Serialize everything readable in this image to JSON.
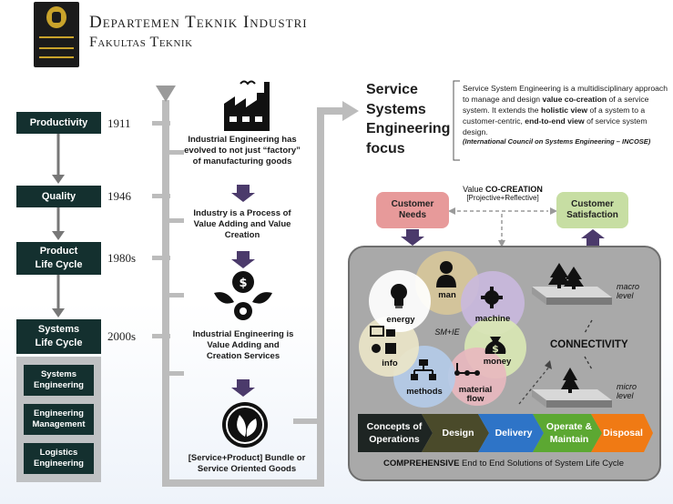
{
  "header": {
    "line1": "Departemen Teknik Industri",
    "line2": "Fakultas Teknik"
  },
  "timeline": [
    {
      "label": "Productivity",
      "year": "1911"
    },
    {
      "label": "Quality",
      "year": "1946"
    },
    {
      "label": "Product\nLife Cycle",
      "year": "1980s"
    },
    {
      "label": "Systems\nLife Cycle",
      "year": "2000s"
    }
  ],
  "sub_stages": [
    "Systems\nEngineering",
    "Engineering\nManagement",
    "Logistics\nEngineering"
  ],
  "evolution": [
    "Industrial Engineering has evolved to not just “factory” of manufacturing goods",
    "Industry is a Process of Value Adding and Value Creation",
    "Industrial Engineering is Value Adding and Creation Services",
    "[Service+Product] Bundle or Service Oriented Goods"
  ],
  "focus_title": "Service\nSystems\nEngineering\nfocus",
  "definition": {
    "p1": "Service System Engineering is a multidisciplinary approach to manage and design ",
    "b1": "value co-creation",
    "p2": " of a service system. It extends the ",
    "b2": "holistic view",
    "p3": " of a system to a customer-centric, ",
    "b3": "end-to-end view",
    "p4": " of service system design.",
    "source": "(International Council on Systems Engineering – INCOSE)"
  },
  "value_cocreation": {
    "prefix": "Value ",
    "bold": "CO-CREATION",
    "sub": "[Projective+Reflective]"
  },
  "customer_needs": "Customer\nNeeds",
  "customer_satisfaction": "Customer\nSatisfaction",
  "center_label": "SM+IE",
  "resources": [
    "energy",
    "man",
    "machine",
    "money",
    "material\nflow",
    "methods",
    "info"
  ],
  "connectivity": "CONNECTIVITY",
  "levels": {
    "macro": "macro\nlevel",
    "micro": "micro\nlevel"
  },
  "phases": [
    "Concepts of\nOperations",
    "Design",
    "Delivery",
    "Operate &\nMaintain",
    "Disposal"
  ],
  "footer": {
    "bold": "COMPREHENSIVE",
    "rest": " End to End Solutions of System Life Cycle"
  },
  "colors": {
    "stage": "#14302f",
    "needs": "#e79a9a",
    "satisfaction": "#c7dea3",
    "phase_1": "#1e2523",
    "phase_2": "#4a4a2a",
    "phase_3": "#2e74c7",
    "phase_4": "#5ca832",
    "phase_5": "#f07a14"
  }
}
